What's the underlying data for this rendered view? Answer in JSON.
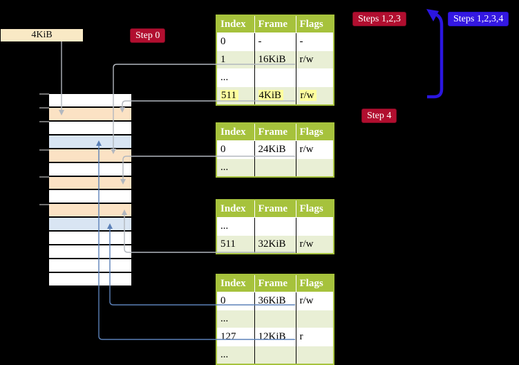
{
  "labels": {
    "page_size": "4KiB",
    "step0": "Step 0",
    "steps123": "Steps 1,2,3",
    "steps1234": "Steps 1,2,3,4",
    "step4": "Step 4"
  },
  "colors": {
    "connector_gray": "#b3b8bf",
    "connector_blue": "#5b80b8",
    "arrow_blue": "#2b16e0",
    "tick_gray": "#999999",
    "table_green": "#a6c23c",
    "row_alt_green": "#e9efd5",
    "highlight_yellow": "#ffff9e",
    "badge_crimson": "#b10e2f",
    "badge_blue": "#3418e2",
    "label_cream": "#f9e9c5",
    "mem_white": "#ffffff",
    "mem_peach": "#fbe2c4",
    "mem_blue": "#d9e5f3"
  },
  "memory_column": {
    "rows": [
      "white",
      "peach",
      "white",
      "blue",
      "peach",
      "white",
      "peach",
      "white",
      "peach",
      "blue",
      "white",
      "white",
      "white",
      "white"
    ]
  },
  "tables": [
    {
      "headers": [
        "Index",
        "Frame",
        "Flags"
      ],
      "rows": [
        [
          "0",
          "-",
          "-"
        ],
        [
          "1",
          "16KiB",
          "r/w"
        ],
        [
          "...",
          "",
          ""
        ],
        [
          "511",
          "4KiB",
          "r/w"
        ]
      ]
    },
    {
      "headers": [
        "Index",
        "Frame",
        "Flags"
      ],
      "rows": [
        [
          "0",
          "24KiB",
          "r/w"
        ],
        [
          "...",
          "",
          ""
        ]
      ]
    },
    {
      "headers": [
        "Index",
        "Frame",
        "Flags"
      ],
      "rows": [
        [
          "...",
          "",
          ""
        ],
        [
          "511",
          "32KiB",
          "r/w"
        ]
      ]
    },
    {
      "headers": [
        "Index",
        "Frame",
        "Flags"
      ],
      "rows": [
        [
          "0",
          "36KiB",
          "r/w"
        ],
        [
          "...",
          "",
          ""
        ],
        [
          "127",
          "12KiB",
          "r"
        ],
        [
          "...",
          "",
          ""
        ]
      ]
    }
  ]
}
